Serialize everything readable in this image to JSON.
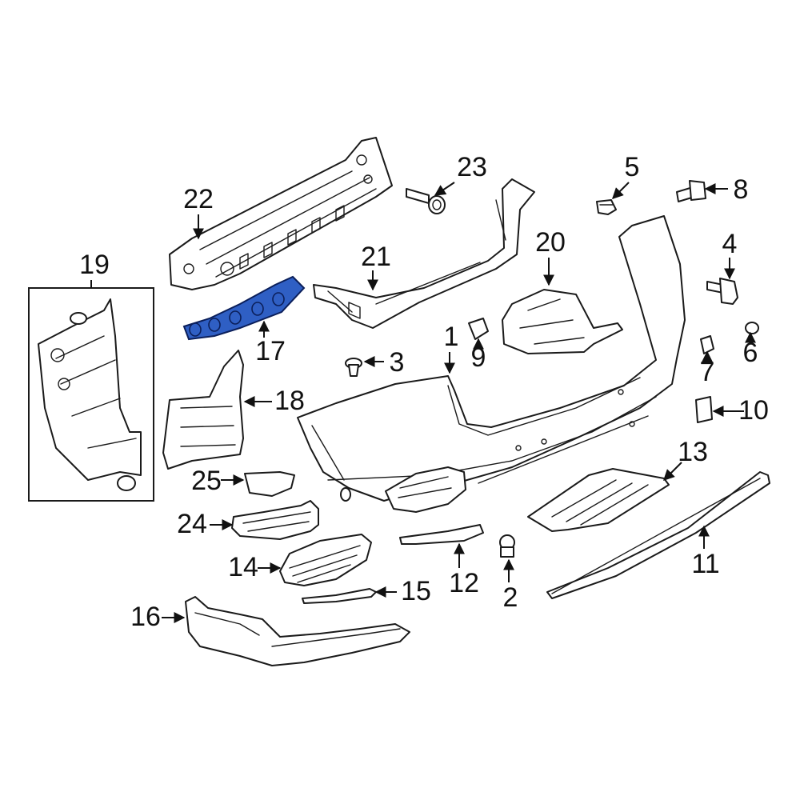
{
  "diagram": {
    "highlight_color": "#2f5fc4",
    "highlighted_part": "17",
    "callouts": {
      "c1": "1",
      "c2": "2",
      "c3": "3",
      "c4": "4",
      "c5": "5",
      "c6": "6",
      "c7": "7",
      "c8": "8",
      "c9": "9",
      "c10": "10",
      "c11": "11",
      "c12": "12",
      "c13": "13",
      "c14": "14",
      "c15": "15",
      "c16": "16",
      "c17": "17",
      "c18": "18",
      "c19": "19",
      "c20": "20",
      "c21": "21",
      "c22": "22",
      "c23": "23",
      "c24": "24",
      "c25": "25"
    }
  }
}
